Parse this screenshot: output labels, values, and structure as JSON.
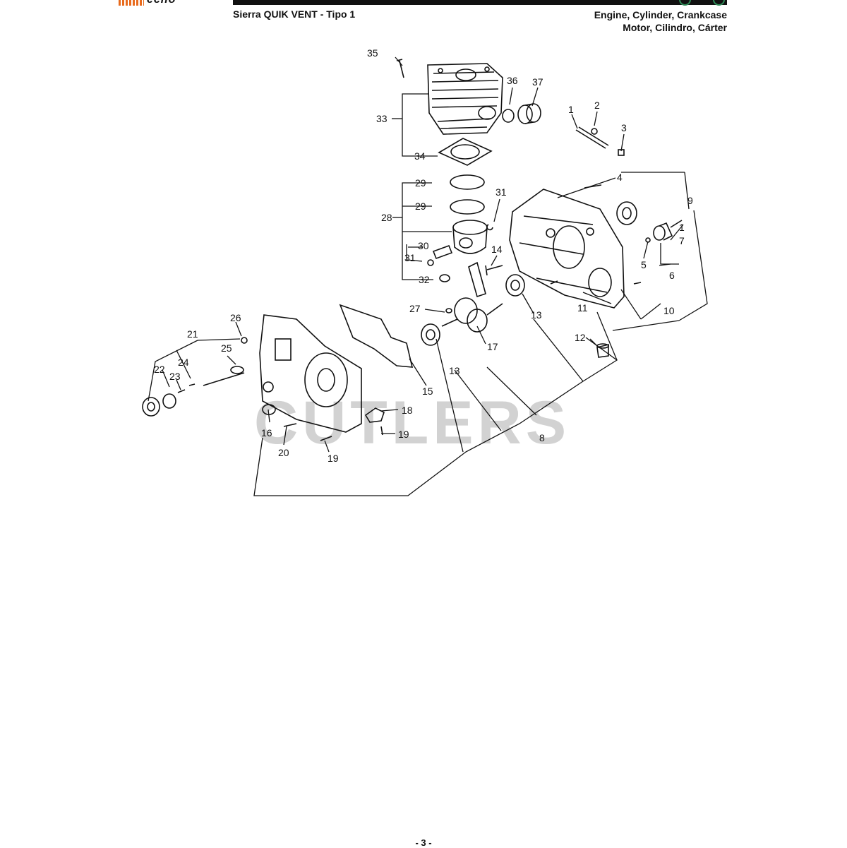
{
  "brand": {
    "logo_text": "echo",
    "accent_color": "#e86a1c",
    "ring_color": "#2e8b57"
  },
  "header": {
    "model_title": "Sierra QUIK VENT - Tipo 1",
    "section_title_en": "Engine, Cylinder, Crankcase",
    "section_title_es": "Motor, Cilindro, Cárter"
  },
  "diagram": {
    "watermark": "CUTLERS",
    "callouts": [
      {
        "id": "c35",
        "label": "35"
      },
      {
        "id": "c36",
        "label": "36"
      },
      {
        "id": "c37",
        "label": "37"
      },
      {
        "id": "c33",
        "label": "33"
      },
      {
        "id": "c34",
        "label": "34"
      },
      {
        "id": "c1a",
        "label": "1"
      },
      {
        "id": "c2",
        "label": "2"
      },
      {
        "id": "c3",
        "label": "3"
      },
      {
        "id": "c4",
        "label": "4"
      },
      {
        "id": "c29a",
        "label": "29"
      },
      {
        "id": "c29b",
        "label": "29"
      },
      {
        "id": "c31a",
        "label": "31"
      },
      {
        "id": "c28",
        "label": "28"
      },
      {
        "id": "c30",
        "label": "30"
      },
      {
        "id": "c31b",
        "label": "31"
      },
      {
        "id": "c32",
        "label": "32"
      },
      {
        "id": "c14",
        "label": "14"
      },
      {
        "id": "c9",
        "label": "9"
      },
      {
        "id": "c1b",
        "label": "1"
      },
      {
        "id": "c7",
        "label": "7"
      },
      {
        "id": "c5",
        "label": "5"
      },
      {
        "id": "c6",
        "label": "6"
      },
      {
        "id": "c11",
        "label": "11"
      },
      {
        "id": "c10",
        "label": "10"
      },
      {
        "id": "c13a",
        "label": "13"
      },
      {
        "id": "c27",
        "label": "27"
      },
      {
        "id": "c17",
        "label": "17"
      },
      {
        "id": "c12",
        "label": "12"
      },
      {
        "id": "c13b",
        "label": "13"
      },
      {
        "id": "c15",
        "label": "15"
      },
      {
        "id": "c26",
        "label": "26"
      },
      {
        "id": "c21",
        "label": "21"
      },
      {
        "id": "c25",
        "label": "25"
      },
      {
        "id": "c24",
        "label": "24"
      },
      {
        "id": "c22",
        "label": "22"
      },
      {
        "id": "c23",
        "label": "23"
      },
      {
        "id": "c18",
        "label": "18"
      },
      {
        "id": "c19a",
        "label": "19"
      },
      {
        "id": "c16",
        "label": "16"
      },
      {
        "id": "c20",
        "label": "20"
      },
      {
        "id": "c19b",
        "label": "19"
      },
      {
        "id": "c8",
        "label": "8"
      }
    ]
  },
  "footer": {
    "page_number": "- 3 -"
  }
}
